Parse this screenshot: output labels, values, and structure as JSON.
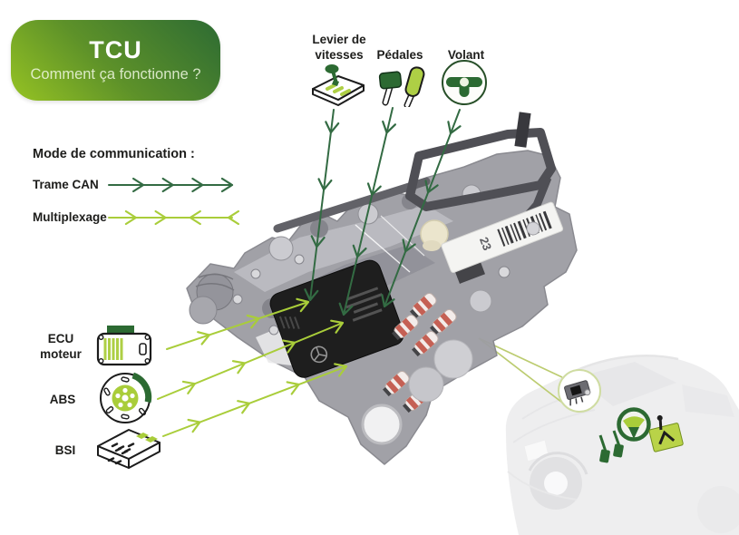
{
  "colors": {
    "badge_gradient_start": "#96c323",
    "badge_gradient_end": "#2d6b33",
    "dark_green": "#2c6a32",
    "arrow_dark_green": "#336b43",
    "light_green": "#a9cd3a",
    "text": "#1d1d1b"
  },
  "badge": {
    "title": "TCU",
    "subtitle": "Comment ça fonctionne ?"
  },
  "top_inputs": [
    {
      "id": "levier-de-vitesses",
      "label": "Levier de vitesses",
      "icon": "gear-shifter-icon"
    },
    {
      "id": "pedales",
      "label": "Pédales",
      "icon": "pedals-icon"
    },
    {
      "id": "volant",
      "label": "Volant",
      "icon": "steering-wheel-icon"
    }
  ],
  "legend": {
    "title": "Mode de communication :",
    "items": [
      {
        "label": "Trame CAN",
        "arrow_style": "dark-green-forward-chevrons"
      },
      {
        "label": "Multiplexage",
        "arrow_style": "light-green-bidirectional-chevrons"
      }
    ]
  },
  "left_modules": [
    {
      "id": "ecu-moteur",
      "label": "ECU moteur",
      "icon": "engine-ecu-icon"
    },
    {
      "id": "abs",
      "label": "ABS",
      "icon": "brake-disc-icon"
    },
    {
      "id": "bsi",
      "label": "BSI",
      "icon": "bsi-board-icon"
    }
  ],
  "tcu_unit": {
    "part_label": "23"
  },
  "car_inset": {
    "icons": [
      "steering-wheel-icon",
      "pedals-icon",
      "gear-shifter-icon"
    ],
    "magnifier": "tcu-location-magnifier"
  }
}
